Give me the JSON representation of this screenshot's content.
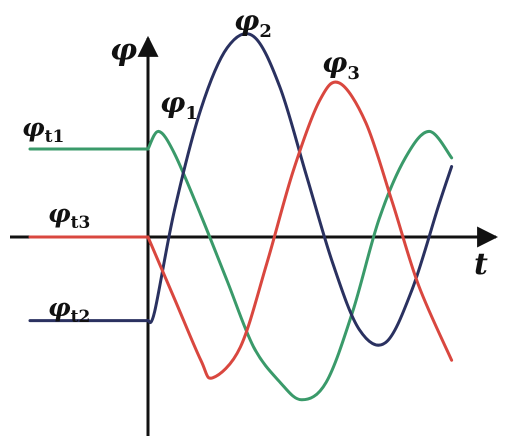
{
  "chart_data": {
    "type": "line",
    "axis_labels": {
      "y": "φ",
      "x": "t"
    },
    "grid": false,
    "legend": "none",
    "colors": {
      "axis": "#111111",
      "green": "#3a9a6a",
      "navy": "#2a3160",
      "red": "#d9473f"
    },
    "series": [
      {
        "name": "φ1",
        "color": "#3a9a6a",
        "initial_label": "φt1",
        "initial_value": 1.0,
        "points": [
          [
            0,
            1.0
          ],
          [
            0.16,
            1.2
          ],
          [
            0.4,
            0.95
          ],
          [
            0.8,
            0.25
          ],
          [
            1.2,
            -0.5
          ],
          [
            1.6,
            -1.25
          ],
          [
            2.0,
            -1.65
          ],
          [
            2.33,
            -1.85
          ],
          [
            2.7,
            -1.65
          ],
          [
            3.1,
            -0.85
          ],
          [
            3.5,
            0.2
          ],
          [
            3.9,
            0.9
          ],
          [
            4.26,
            1.2
          ],
          [
            4.6,
            0.9
          ]
        ]
      },
      {
        "name": "φ2",
        "color": "#2a3160",
        "initial_label": "φt2",
        "initial_value": -0.95,
        "points": [
          [
            0,
            -0.95
          ],
          [
            0.1,
            -0.85
          ],
          [
            0.4,
            0.3
          ],
          [
            0.8,
            1.45
          ],
          [
            1.2,
            2.15
          ],
          [
            1.6,
            2.28
          ],
          [
            2.0,
            1.7
          ],
          [
            2.4,
            0.7
          ],
          [
            2.8,
            -0.3
          ],
          [
            3.2,
            -1.05
          ],
          [
            3.6,
            -1.2
          ],
          [
            4.0,
            -0.6
          ],
          [
            4.4,
            0.35
          ],
          [
            4.6,
            0.8
          ]
        ]
      },
      {
        "name": "φ3",
        "color": "#d9473f",
        "initial_label": "φt3",
        "initial_value": 0.0,
        "points": [
          [
            0,
            0
          ],
          [
            0.4,
            -0.7
          ],
          [
            0.8,
            -1.4
          ],
          [
            0.98,
            -1.6
          ],
          [
            1.4,
            -1.25
          ],
          [
            1.8,
            -0.3
          ],
          [
            2.2,
            0.75
          ],
          [
            2.6,
            1.55
          ],
          [
            2.9,
            1.75
          ],
          [
            3.3,
            1.3
          ],
          [
            3.7,
            0.4
          ],
          [
            4.1,
            -0.55
          ],
          [
            4.6,
            -1.4
          ]
        ]
      }
    ]
  }
}
